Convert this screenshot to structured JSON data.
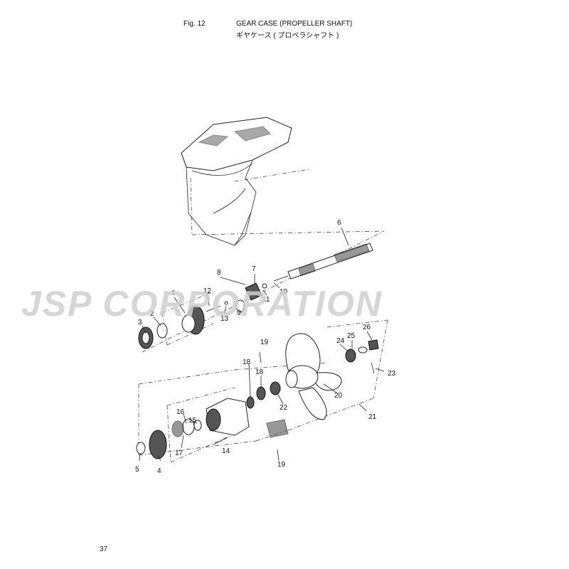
{
  "header": {
    "fig_label": "Fig. 12",
    "title_en": "GEAR CASE (PROPELLER SHAFT)",
    "title_jp": "ギヤケース ( プロペラシャフト )"
  },
  "watermark": "JSP CORPORATION",
  "page_number": "37",
  "callouts": [
    "1",
    "2",
    "3",
    "4",
    "5",
    "6",
    "7",
    "8",
    "9",
    "10",
    "11",
    "12",
    "13",
    "14",
    "15",
    "16",
    "17",
    "18",
    "18",
    "19",
    "19",
    "20",
    "21",
    "22",
    "23",
    "24",
    "25",
    "26"
  ]
}
